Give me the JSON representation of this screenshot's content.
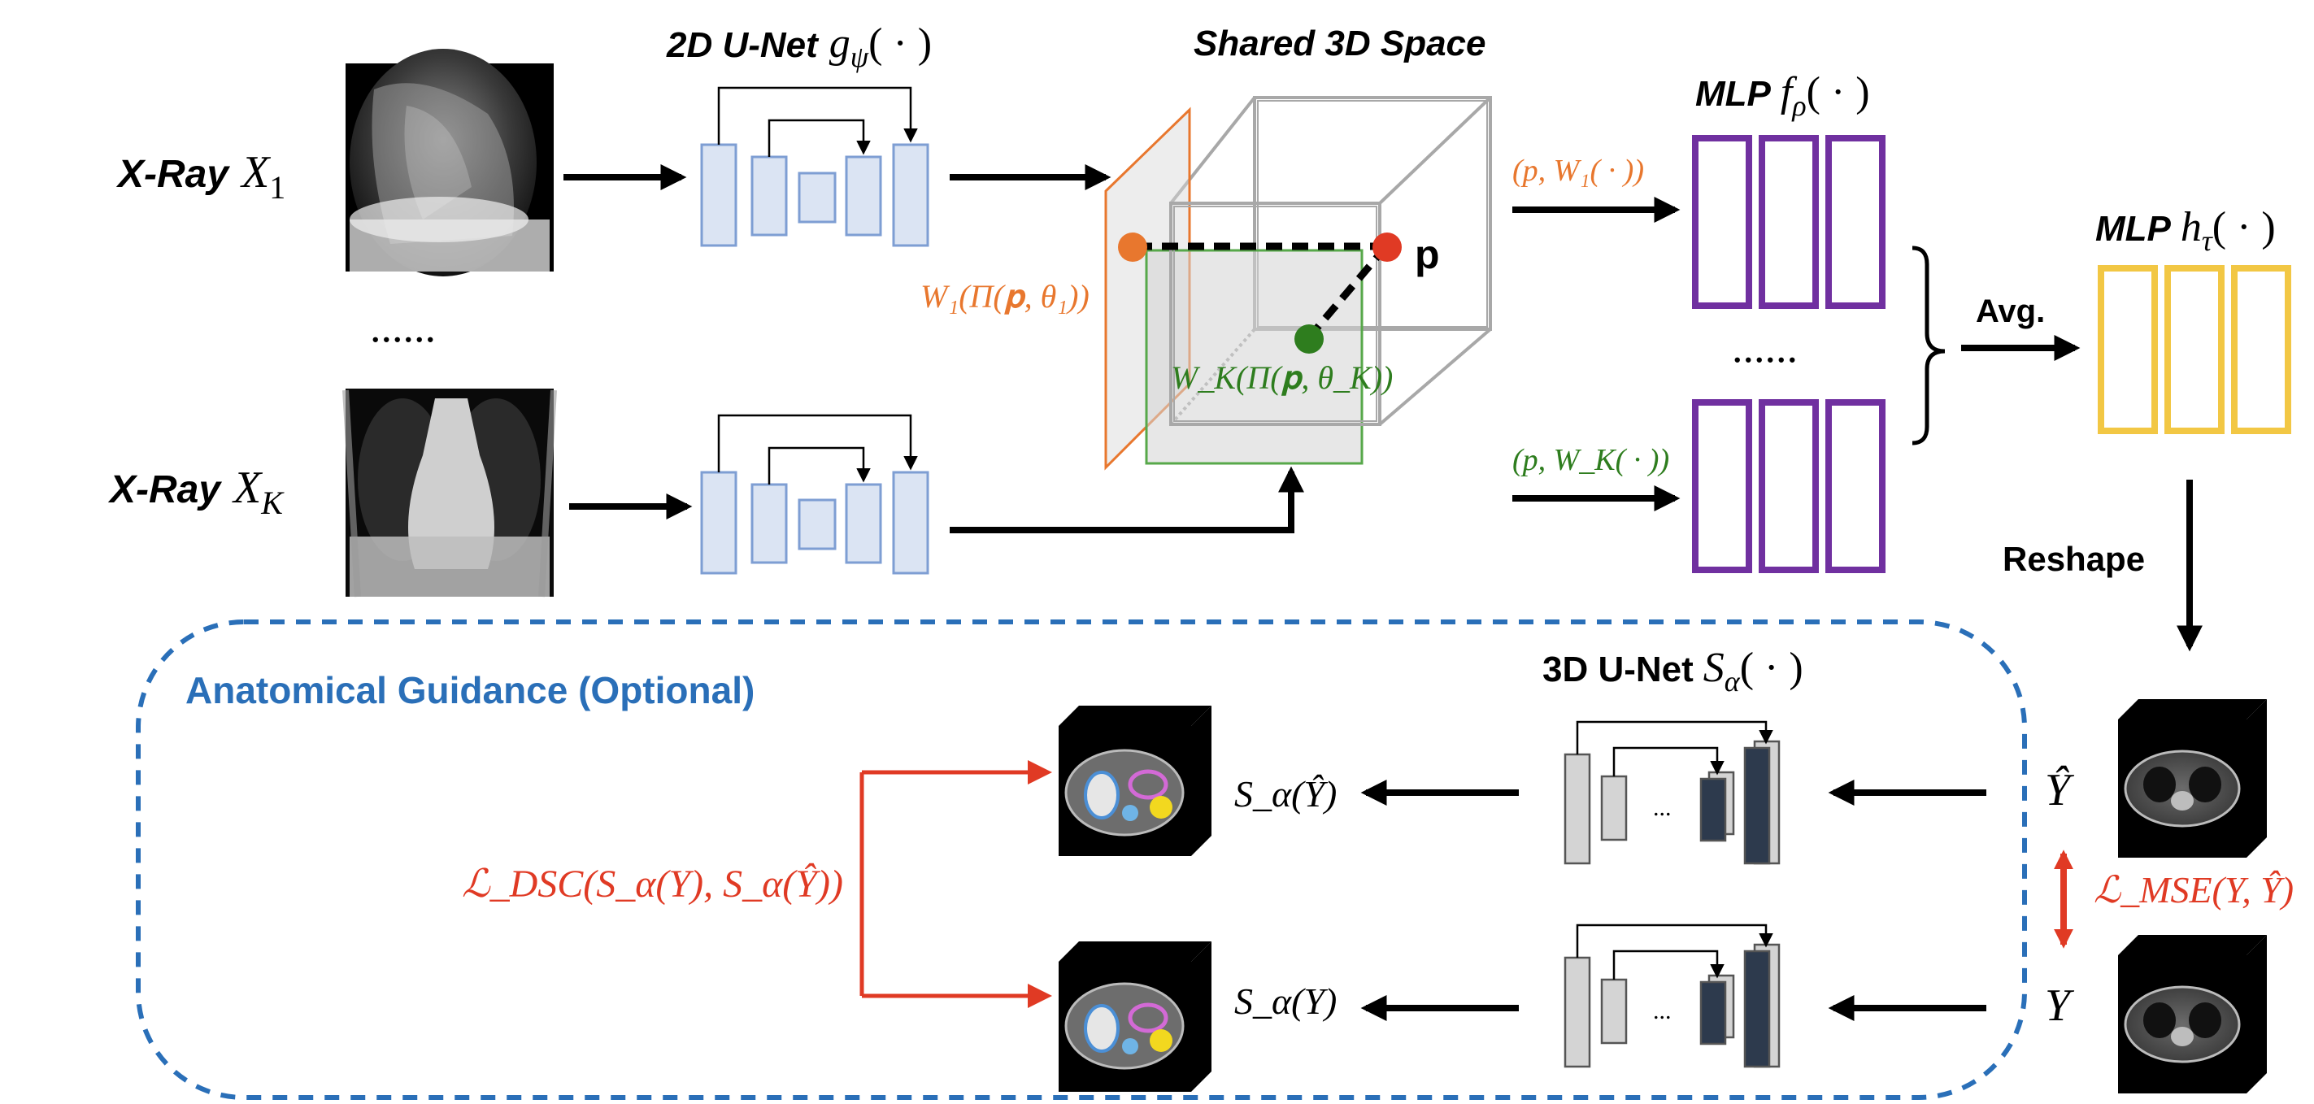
{
  "colors": {
    "black": "#000000",
    "orange": "#e8772e",
    "green": "#2e7d1e",
    "red": "#e03a24",
    "blue": "#2a6fb8",
    "purple": "#7030a0",
    "yellow": "#f2c744",
    "unet_fill": "#dbe4f3",
    "unet_stroke": "#7e9ed3",
    "grey_cube": "#9e9e9e"
  },
  "inputs": {
    "xray1": {
      "label": "X-Ray",
      "symbol": "X",
      "subscript": "1"
    },
    "xrayK": {
      "label": "X-Ray",
      "symbol": "X",
      "subscript": "K"
    },
    "ellipsis": "......"
  },
  "unet2d": {
    "title": "2D U-Net",
    "symbol": "g",
    "subscript": "ψ",
    "args": "(  ·  )"
  },
  "shared_space": {
    "title": "Shared 3D Space",
    "point_label": "p",
    "w1_label": "W₁(Π(𝐩, θ₁))",
    "wk_label": "W_K(Π(𝐩, θ_K))"
  },
  "mlp_f": {
    "title": "MLP",
    "symbol": "f",
    "subscript": "ρ",
    "args": "(  ·  )",
    "input1": "(p, W₁(  ·  ))",
    "inputK": "(p, W_K(  ·  ))",
    "ellipsis": "......"
  },
  "avg_label": "Avg.",
  "mlp_h": {
    "title": "MLP",
    "symbol": "h",
    "subscript": "τ",
    "args": "(  ·  )"
  },
  "reshape_label": "Reshape",
  "guidance": {
    "title": "Anatomical Guidance (Optional)",
    "unet3d_title": "3D U-Net",
    "unet3d_symbol": "S",
    "unet3d_subscript": "α",
    "unet3d_args": "(  ·  )",
    "seg_hat_label": "S_α(Ŷ)",
    "seg_label": "S_α(Y)",
    "dsc_loss": "ℒ_DSC(S_α(Y), S_α(Ŷ))",
    "mse_loss": "ℒ_MSE(Y, Ŷ)",
    "yhat_label": "Ŷ",
    "y_label": "Y",
    "dots": "..."
  }
}
